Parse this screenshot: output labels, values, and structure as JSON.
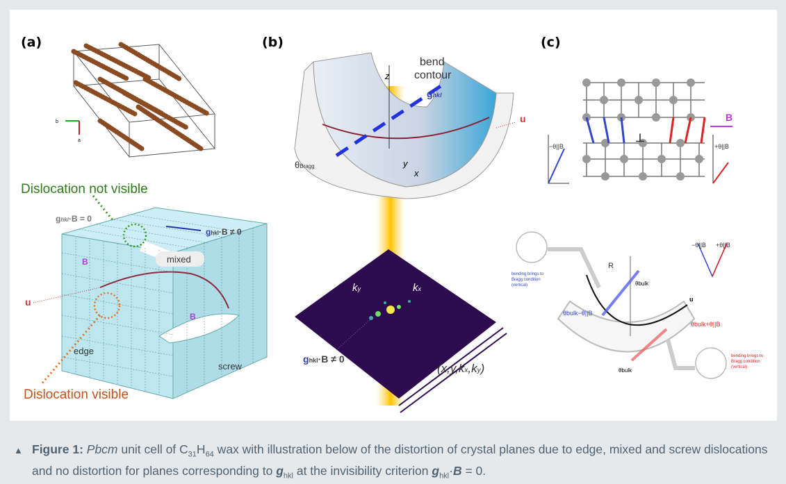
{
  "panels": {
    "a": {
      "label": "(a)",
      "not_visible": "Dislocation not visible",
      "g_zero": "g",
      "g_zero_sub": "hkl",
      "g_zero_rest": "·B = 0",
      "g_nonzero": "g",
      "g_nonzero_sub": "hkl",
      "g_nonzero_rest": "·B ≠ 0",
      "mixed": "mixed",
      "B1": "B",
      "B2": "B",
      "u": "u",
      "edge": "edge",
      "screw": "screw",
      "visible": "Dislocation visible",
      "axis_b": "b",
      "axis_a": "a"
    },
    "b": {
      "label": "(b)",
      "bend": "bend",
      "contour": "contour",
      "z": "z",
      "g": "g",
      "g_sub": "hkl",
      "u": "u",
      "theta": "θ",
      "theta_sub": "Bragg",
      "y": "y",
      "x": "x",
      "ky": "k",
      "ky_sub": "y",
      "kx": "k",
      "kx_sub": "x",
      "g2": "g",
      "g2_sub": "hkl",
      "g2_rest": "·B ≠ 0",
      "coords": "(x,y,k",
      "coords_mid": "x",
      "coords_end": ",k",
      "coords_sub2": "y",
      "coords_close": ")"
    },
    "c": {
      "label": "(c)",
      "B": "B",
      "minus": "−θ||B",
      "plus": "+θ||B",
      "minus2": "−θ||B",
      "plus2": "+θ||B",
      "R": "R",
      "bulk_top": "θbulk",
      "bulk_bottom": "θbulk",
      "bulk_minus": "θbulk−θ||B",
      "bulk_plus": "θbulk+θ||B",
      "u": "u",
      "bending_left": [
        "bending brings to",
        "Bragg condition",
        "(vertical)"
      ],
      "bending_right": [
        "bending brings to",
        "Bragg condition",
        "(vertical)"
      ]
    }
  },
  "caption": {
    "marker": "▲",
    "title": "Figure 1:",
    "p1": "Pbcm",
    "p2": " unit cell of C",
    "s1": "31",
    "p3": "H",
    "s2": "64",
    "p4": " wax with illustration below of the distortion of crystal planes due to edge, mixed and screw dislocations and no distortion for planes corresponding to ",
    "g1": "g",
    "g1s": "hkl",
    "p5": " at the invisibility criterion ",
    "g2": "g",
    "g2s": "hkl",
    "p6": "·",
    "B": "B",
    "p7": " = 0."
  }
}
